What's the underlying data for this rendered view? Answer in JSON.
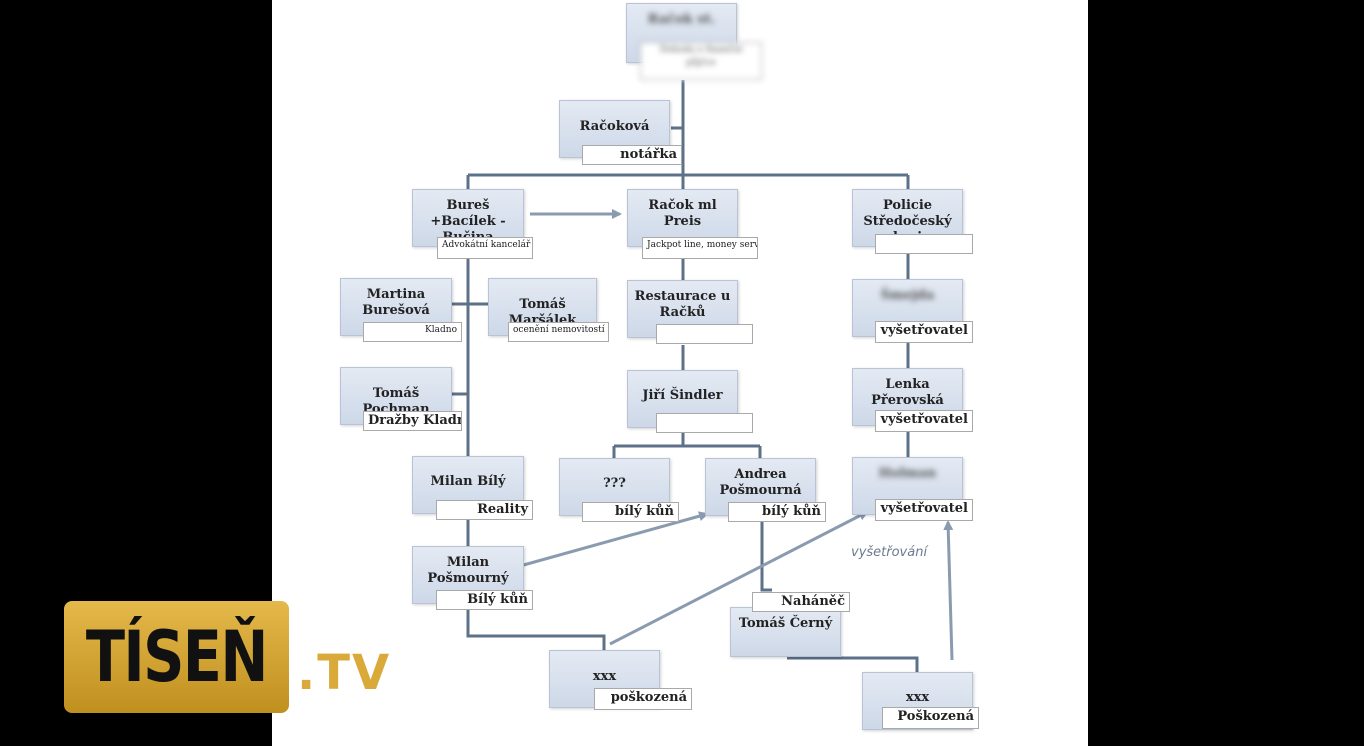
{
  "nodes": {
    "top": {
      "name": "Račok st.",
      "tag": "Dohoda o finanční půjčce"
    },
    "racokova": {
      "name": "Račoková",
      "tag": "notářka"
    },
    "bures": {
      "name": "Bureš +Bacílek - Bučina",
      "tag": "Advokátní kancelář"
    },
    "racok_ml": {
      "name": "Račok ml Preis",
      "tag": "Jackpot line, money servis..."
    },
    "policie": {
      "name": "Policie Středočeský kraj",
      "tag": ""
    },
    "martina": {
      "name": "Martina Burešová",
      "tag": "Kladno"
    },
    "marsalek": {
      "name": "Tomáš Maršálek",
      "tag": "ocenění nemovitostí"
    },
    "restaurace": {
      "name": "Restaurace u Račků",
      "tag": ""
    },
    "inv1": {
      "name": "Šmejda",
      "tag": "vyšetřovatel"
    },
    "pochman": {
      "name": "Tomáš Pochman",
      "tag": "Dražby Kladno"
    },
    "sindler": {
      "name": "Jiří Šindler",
      "tag": ""
    },
    "lenka": {
      "name": "Lenka Přerovská",
      "tag": "vyšetřovatel"
    },
    "milanb": {
      "name": "Milan Bílý",
      "tag": "Reality"
    },
    "qqq": {
      "name": "???",
      "tag": "bílý kůň"
    },
    "andrea": {
      "name": "Andrea Pošmourná",
      "tag": "bílý kůň"
    },
    "inv3": {
      "name": "Holman",
      "tag": "vyšetřovatel"
    },
    "milanp": {
      "name": "Milan Pošmourný",
      "tag": "Bílý kůň"
    },
    "cerny": {
      "name": "Tomáš Černý",
      "tag": "Naháněč"
    },
    "xxx1": {
      "name": "xxx",
      "tag": "poškozená"
    },
    "xxx2": {
      "name": "xxx",
      "tag": "Poškozená"
    }
  },
  "annotation": "vyšetřování",
  "logo": {
    "main": "TÍSEŇ",
    "suffix": ".TV"
  },
  "colors": {
    "line": "#5d7189",
    "arrow": "#8a9bb0",
    "logo": "#d9a93a"
  }
}
